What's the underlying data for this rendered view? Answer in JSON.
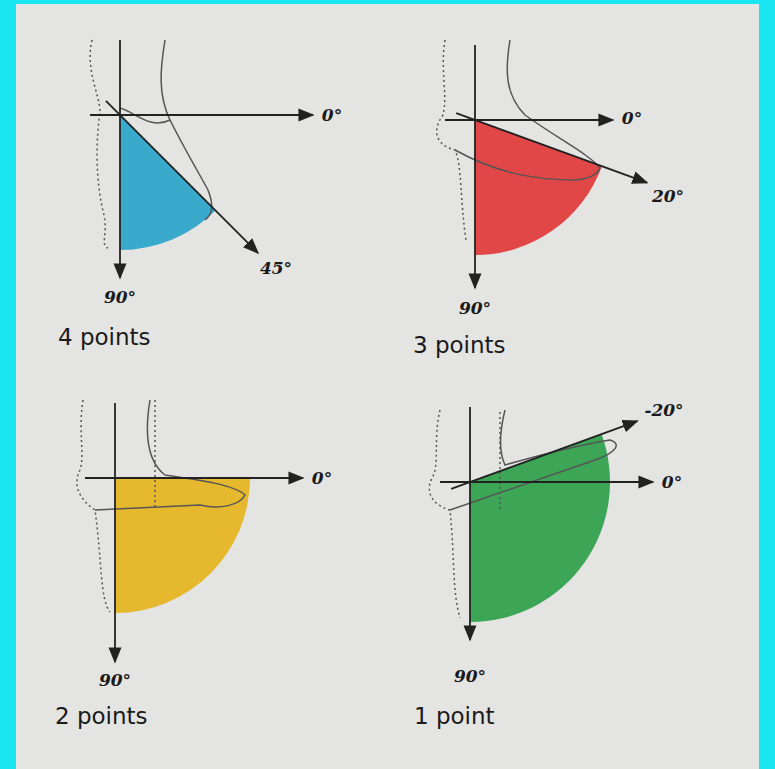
{
  "diagram": {
    "labels": [
      "0°",
      "45°",
      "90°",
      "4 points",
      "0°",
      "20°",
      "90°",
      "3 points",
      "0°",
      "90°",
      "2 points",
      "-20°",
      "0°",
      "90°",
      "1 point"
    ]
  }
}
